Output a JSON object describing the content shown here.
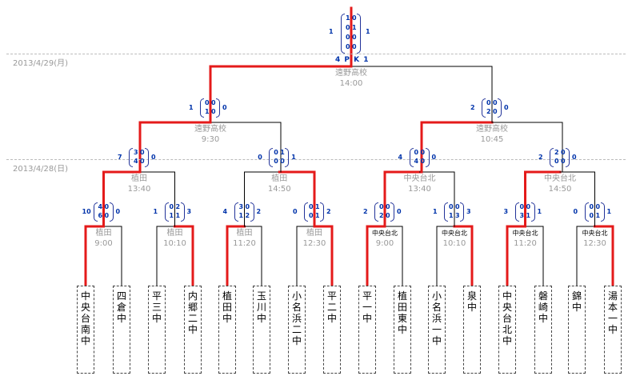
{
  "dates": {
    "day1": "2013/4/28(日)",
    "day2": "2013/4/29(月)"
  },
  "teams": [
    {
      "name": "中\n央\n台\n南\n中"
    },
    {
      "name": "四\n倉\n中"
    },
    {
      "name": "平\n三\n中"
    },
    {
      "name": "内\n郷\n二\n中"
    },
    {
      "name": "植\n田\n中"
    },
    {
      "name": "玉\n川\n中"
    },
    {
      "name": "小\n名\n浜\n二\n中"
    },
    {
      "name": "平\n二\n中"
    },
    {
      "name": "平\n一\n中"
    },
    {
      "name": "植\n田\n東\n中"
    },
    {
      "name": "小\n名\n浜\n一\n中"
    },
    {
      "name": "泉\n中"
    },
    {
      "name": "中\n央\n台\n北\n中"
    },
    {
      "name": "磐\n崎\n中"
    },
    {
      "name": "錦\n中"
    },
    {
      "name": "湯\n本\n一\n中"
    }
  ],
  "matches": [
    {
      "venue": "植田",
      "time": "9:00",
      "total_l": "10",
      "total_r": "0",
      "h1l": "4",
      "h1r": "0",
      "h2l": "6",
      "h2r": "0"
    },
    {
      "venue": "植田",
      "time": "10:10",
      "total_l": "1",
      "total_r": "3",
      "h1l": "0",
      "h1r": "2",
      "h2l": "1",
      "h2r": "1"
    },
    {
      "venue": "植田",
      "time": "11:20",
      "total_l": "4",
      "total_r": "2",
      "h1l": "3",
      "h1r": "0",
      "h2l": "1",
      "h2r": "2"
    },
    {
      "venue": "植田",
      "time": "12:30",
      "total_l": "0",
      "total_r": "2",
      "h1l": "0",
      "h1r": "1",
      "h2l": "0",
      "h2r": "1"
    },
    {
      "venue": "中央台北",
      "time": "9:00",
      "total_l": "2",
      "total_r": "0",
      "h1l": "0",
      "h1r": "0",
      "h2l": "2",
      "h2r": "0"
    },
    {
      "venue": "中央台北",
      "time": "10:10",
      "total_l": "1",
      "total_r": "3",
      "h1l": "0",
      "h1r": "0",
      "h2l": "1",
      "h2r": "3"
    },
    {
      "venue": "中央台北",
      "time": "11:20",
      "total_l": "3",
      "total_r": "1",
      "h1l": "0",
      "h1r": "0",
      "h2l": "3",
      "h2r": "1"
    },
    {
      "venue": "中央台北",
      "time": "12:30",
      "total_l": "0",
      "total_r": "1",
      "h1l": "0",
      "h1r": "0",
      "h2l": "0",
      "h2r": "1"
    },
    {
      "venue": "植田",
      "time": "13:40",
      "total_l": "7",
      "total_r": "0",
      "h1l": "3",
      "h1r": "0",
      "h2l": "4",
      "h2r": "0"
    },
    {
      "venue": "植田",
      "time": "14:50",
      "total_l": "0",
      "total_r": "1",
      "h1l": "0",
      "h1r": "1",
      "h2l": "0",
      "h2r": "0"
    },
    {
      "venue": "中央台北",
      "time": "13:40",
      "total_l": "4",
      "total_r": "0",
      "h1l": "0",
      "h1r": "0",
      "h2l": "4",
      "h2r": "0"
    },
    {
      "venue": "中央台北",
      "time": "14:50",
      "total_l": "2",
      "total_r": "0",
      "h1l": "2",
      "h1r": "0",
      "h2l": "0",
      "h2r": "0"
    },
    {
      "venue": "遠野高校",
      "time": "9:30",
      "total_l": "1",
      "total_r": "0",
      "h1l": "0",
      "h1r": "0",
      "h2l": "1",
      "h2r": "0"
    },
    {
      "venue": "遠野高校",
      "time": "10:45",
      "total_l": "2",
      "total_r": "0",
      "h1l": "0",
      "h1r": "0",
      "h2l": "2",
      "h2r": "0"
    },
    {
      "venue": "遠野高校",
      "time": "14:00",
      "total_l": "1",
      "total_r": "1"
    }
  ],
  "final_scores": [
    {
      "l": "1",
      "r": "0"
    },
    {
      "l": "0",
      "r": "1"
    },
    {
      "l": "0",
      "r": "0"
    },
    {
      "l": "0",
      "r": "0"
    }
  ],
  "pk": {
    "left": "4",
    "label": "P K",
    "right": "1"
  },
  "colors": {
    "winner_line": "#e41a1a",
    "loser_line": "#000000",
    "score_color": "#0033aa"
  }
}
